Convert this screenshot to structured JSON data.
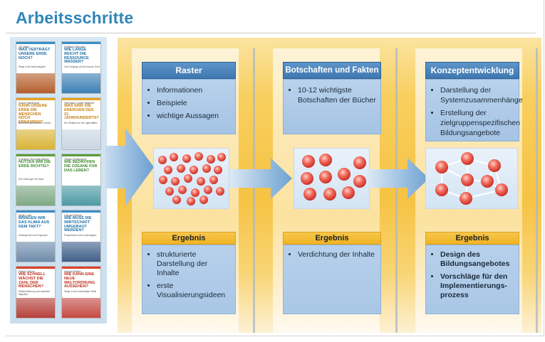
{
  "title": "Arbeitsschritte",
  "books": [
    {
      "author": "Jill Jäger",
      "title": "Was verträgt unsere Erde noch?",
      "sub": "Wege in die Nachhaltigkeit",
      "bar": "#3a8fc9",
      "art": "#b55f2e",
      "tcol": "#1d6fa8"
    },
    {
      "author": "Wolfram Mauser",
      "title": "Wie lange reicht die Ressource Wasser?",
      "sub": "Vom Umgang mit dem blauen Gold",
      "bar": "#3a8fc9",
      "art": "#3d7fb5",
      "tcol": "#1d6fa8"
    },
    {
      "author": "Klaus Hahlbrock",
      "title": "Kann unsere Erde die Menschen noch ernähren?",
      "sub": "Bevölkerungsexplosion, Umwelt",
      "bar": "#e2a321",
      "art": "#d9b437",
      "tcol": "#c77f10"
    },
    {
      "author": "Hermann-Josef Wagner",
      "title": "Was sind die Energien des 21. Jahrhunderts?",
      "sub": "Der Wettlauf um die Lagerstätten",
      "bar": "#e2a321",
      "art": "#c9d7e3",
      "tcol": "#c77f10"
    },
    {
      "author": "Friedrich Schmidt-Bleek",
      "title": "Nutzen wir die Erde richtig?",
      "sub": "Die Leistungen der Natur",
      "bar": "#5a9d3c",
      "art": "#7fa985",
      "tcol": "#3e8a2a"
    },
    {
      "author": "Stefan Rahmstorf",
      "title": "Wie bedrohen die Ozeane für das Leben?",
      "sub": "",
      "bar": "#5a9d3c",
      "art": "#4d9aa5",
      "tcol": "#3e8a2a"
    },
    {
      "author": "Mojib Latif",
      "title": "Bringen wir das Klima aus dem Takt?",
      "sub": "Hintergründe und Prognosen",
      "bar": "#3a8fc9",
      "art": "#6e8cab",
      "tcol": "#1d6fa8"
    },
    {
      "author": "Harald Welzer",
      "title": "Wie muss die Wirtschaft umgebaut werden?",
      "sub": "Perspektiven einer nachhaltigen",
      "bar": "#3a8fc9",
      "art": "#3f5f8a",
      "tcol": "#1d6fa8"
    },
    {
      "author": "Rainer Münz",
      "title": "Wie schnell wächst die Zahl der Menschen?",
      "sub": "Weltbevölkerung und weltweite Migration",
      "bar": "#d8432c",
      "art": "#b6403a",
      "tcol": "#c0321e"
    },
    {
      "author": "Harald Müller",
      "title": "Wie kann eine neue Weltordnung aussehen?",
      "sub": "Wege in eine nachhaltige Politik",
      "bar": "#d8432c",
      "art": "#c54a44",
      "tcol": "#c0321e"
    }
  ],
  "columns": [
    {
      "header": "Raster",
      "items": [
        "Informationen",
        "Beispiele",
        "wichtige Aussagen"
      ],
      "result_header": "Ergebnis",
      "results": [
        "strukturierte Darstellung der Inhalte",
        "erste Visualisierungsideen"
      ]
    },
    {
      "header": "Botschaften und Fakten",
      "items": [
        "10-12 wichtigste Botschaften der Bücher"
      ],
      "result_header": "Ergebnis",
      "results": [
        "Verdichtung der Inhalte"
      ]
    },
    {
      "header": "Konzeptentwicklung",
      "items": [
        "Darstellung der Systemzusammenhänge",
        "Erstellung der zielgruppenspezifischen Bildungsangebote"
      ],
      "result_header": "Ergebnis",
      "results": [
        "Design des Bildungsangebotes",
        "Vorschläge für den Implementierungs-prozess"
      ]
    }
  ],
  "colors": {
    "title": "#2f86b8",
    "header": "#4a84bd",
    "result_header": "#f2b92e",
    "band": "#f6c343",
    "circle": "#e0463a"
  }
}
